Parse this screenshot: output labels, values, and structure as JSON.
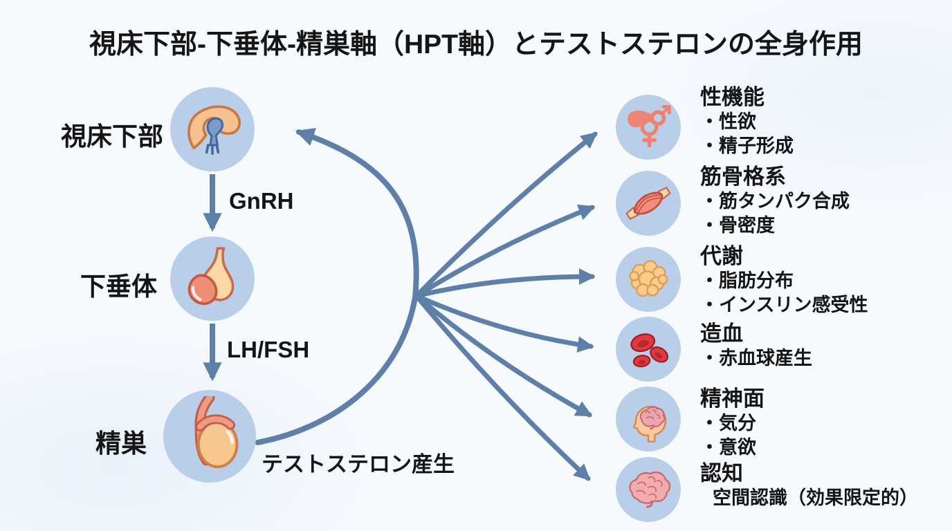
{
  "title": "視床下部-下垂体-精巣軸（HPT軸）とテストステロンの全身作用",
  "axis": {
    "nodes": [
      {
        "label": "視床下部"
      },
      {
        "label": "下垂体"
      },
      {
        "label": "精巣"
      }
    ],
    "hormones": [
      {
        "label": "GnRH"
      },
      {
        "label": "LH/FSH"
      }
    ],
    "production_label": "テストステロン産生"
  },
  "targets": [
    {
      "title": "性機能",
      "icon": "gender-symbols-icon",
      "bullets": [
        "・性欲",
        "・精子形成"
      ]
    },
    {
      "title": "筋骨格系",
      "icon": "muscle-icon",
      "bullets": [
        "・筋タンパク合成",
        "・骨密度"
      ]
    },
    {
      "title": "代謝",
      "icon": "fat-cells-icon",
      "bullets": [
        "・脂肪分布",
        "・インスリン感受性"
      ]
    },
    {
      "title": "造血",
      "icon": "red-blood-cells-icon",
      "bullets": [
        "・赤血球産生"
      ]
    },
    {
      "title": "精神面",
      "icon": "head-brain-icon",
      "bullets": [
        "・気分",
        "・意欲"
      ]
    },
    {
      "title": "認知",
      "icon": "brain-icon",
      "bullets": [
        "空間認識（効果限定的）"
      ]
    }
  ],
  "colors": {
    "arrow": "#5d7fa8",
    "node_circle": "#b9cfe9",
    "text": "#151515",
    "background": "#f7fafd"
  }
}
